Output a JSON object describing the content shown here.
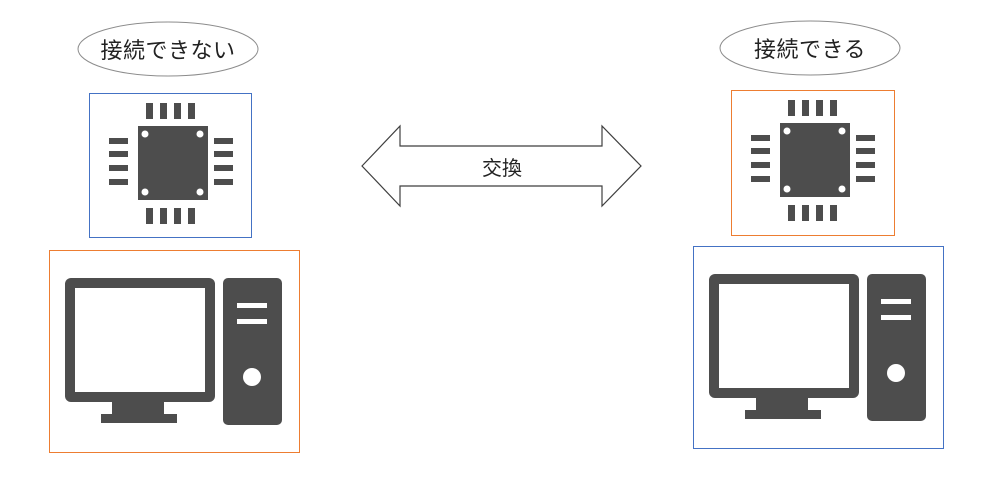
{
  "left": {
    "bubble_label": "接続できない",
    "chip_icon": "chip-icon",
    "pc_icon": "desktop-computer-icon",
    "chip_border_color": "#4472c4",
    "pc_border_color": "#ed7d31"
  },
  "right": {
    "bubble_label": "接続できる",
    "chip_icon": "chip-icon",
    "pc_icon": "desktop-computer-icon",
    "chip_border_color": "#ed7d31",
    "pc_border_color": "#4472c4"
  },
  "center": {
    "arrow_label": "交換",
    "arrow_icon": "double-arrow-icon"
  },
  "colors": {
    "icon_fill": "#4d4d4d",
    "blue": "#4472c4",
    "orange": "#ed7d31"
  }
}
